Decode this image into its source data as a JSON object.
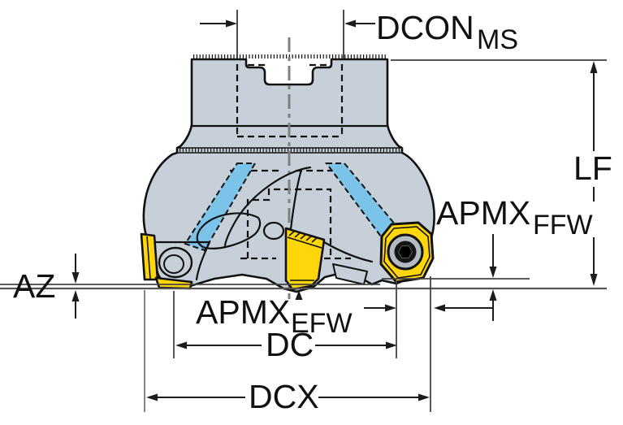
{
  "diagram": {
    "labels": {
      "dcon": {
        "text": "DCON",
        "subscript": "MS"
      },
      "lf": {
        "text": "LF"
      },
      "apmx_ffw": {
        "text": "APMX",
        "subscript": "FFW"
      },
      "az": {
        "text": "AZ"
      },
      "apmx_efw": {
        "text": "APMX",
        "subscript": "EFW"
      },
      "dc": {
        "text": "DC"
      },
      "dcx": {
        "text": "DCX"
      }
    },
    "colors": {
      "background": "#ffffff",
      "body": "#c7d0d8",
      "flute_highlight": "#7cc3e9",
      "insert_yellow": "#ffd60a",
      "outline": "#111111",
      "dimension_line": "#1c1c1c",
      "extension_line_gray": "#858585",
      "centerline": "#808080"
    }
  }
}
